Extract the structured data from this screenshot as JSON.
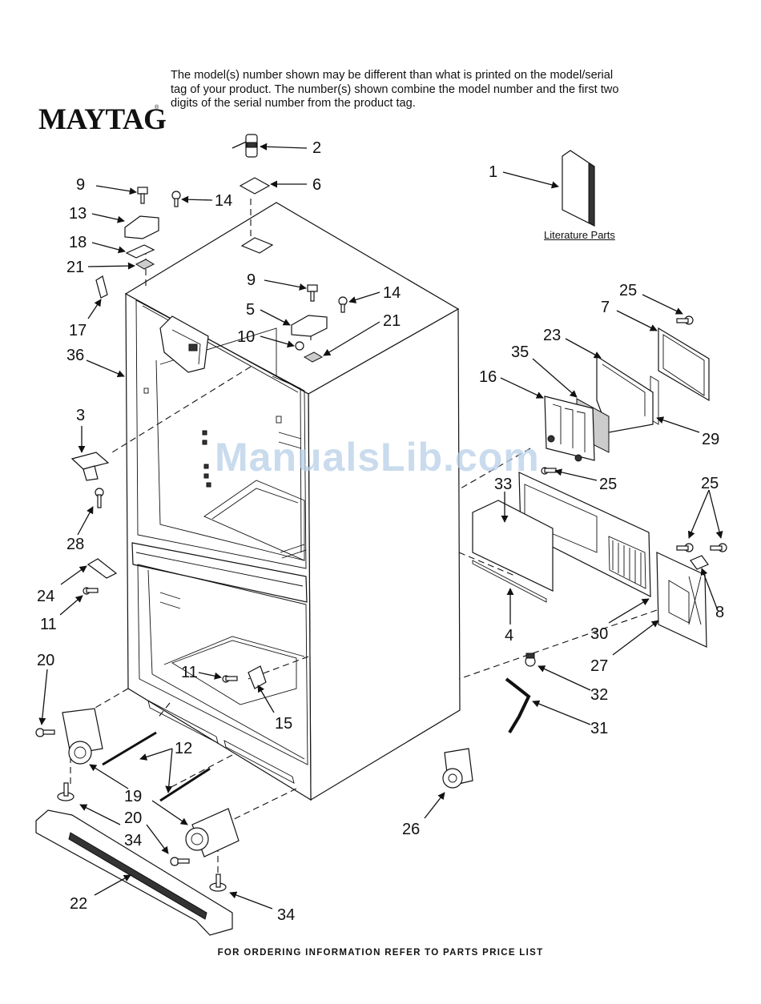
{
  "header": {
    "brand": "MAYTAG",
    "brand_mark": "®",
    "disclaimer": "The model(s) number shown may be different than what is printed on the model/serial tag of your product. The number(s) shown combine the model number and the first two digits of the serial number from the product tag."
  },
  "literature_label": "Literature Parts",
  "watermark": "ManualsLib.com",
  "footer": "FOR ORDERING INFORMATION REFER TO PARTS PRICE LIST",
  "callouts": [
    {
      "id": "c2",
      "label": "2"
    },
    {
      "id": "c6",
      "label": "6"
    },
    {
      "id": "c1",
      "label": "1"
    },
    {
      "id": "c9a",
      "label": "9"
    },
    {
      "id": "c14a",
      "label": "14"
    },
    {
      "id": "c13",
      "label": "13"
    },
    {
      "id": "c18",
      "label": "18"
    },
    {
      "id": "c21a",
      "label": "21"
    },
    {
      "id": "c9b",
      "label": "9"
    },
    {
      "id": "c14b",
      "label": "14"
    },
    {
      "id": "c5",
      "label": "5"
    },
    {
      "id": "c21b",
      "label": "21"
    },
    {
      "id": "c10a",
      "label": "10"
    },
    {
      "id": "c17",
      "label": "17"
    },
    {
      "id": "c36",
      "label": "36"
    },
    {
      "id": "c25a",
      "label": "25"
    },
    {
      "id": "c7",
      "label": "7"
    },
    {
      "id": "c23",
      "label": "23"
    },
    {
      "id": "c35",
      "label": "35"
    },
    {
      "id": "c16",
      "label": "16"
    },
    {
      "id": "c29",
      "label": "29"
    },
    {
      "id": "c3",
      "label": "3"
    },
    {
      "id": "c25b",
      "label": "25"
    },
    {
      "id": "c33",
      "label": "33"
    },
    {
      "id": "c25c",
      "label": "25"
    },
    {
      "id": "c28",
      "label": "28"
    },
    {
      "id": "c24",
      "label": "24"
    },
    {
      "id": "c8",
      "label": "8"
    },
    {
      "id": "c11a",
      "label": "11"
    },
    {
      "id": "c4",
      "label": "4"
    },
    {
      "id": "c30",
      "label": "30"
    },
    {
      "id": "c20a",
      "label": "20"
    },
    {
      "id": "c27",
      "label": "27"
    },
    {
      "id": "c11b",
      "label": "11"
    },
    {
      "id": "c32",
      "label": "32"
    },
    {
      "id": "c15",
      "label": "15"
    },
    {
      "id": "c31",
      "label": "31"
    },
    {
      "id": "c12",
      "label": "12"
    },
    {
      "id": "c19",
      "label": "19"
    },
    {
      "id": "c20b",
      "label": "20"
    },
    {
      "id": "c34a",
      "label": "34"
    },
    {
      "id": "c26",
      "label": "26"
    },
    {
      "id": "c22",
      "label": "22"
    },
    {
      "id": "c34b",
      "label": "34"
    }
  ]
}
